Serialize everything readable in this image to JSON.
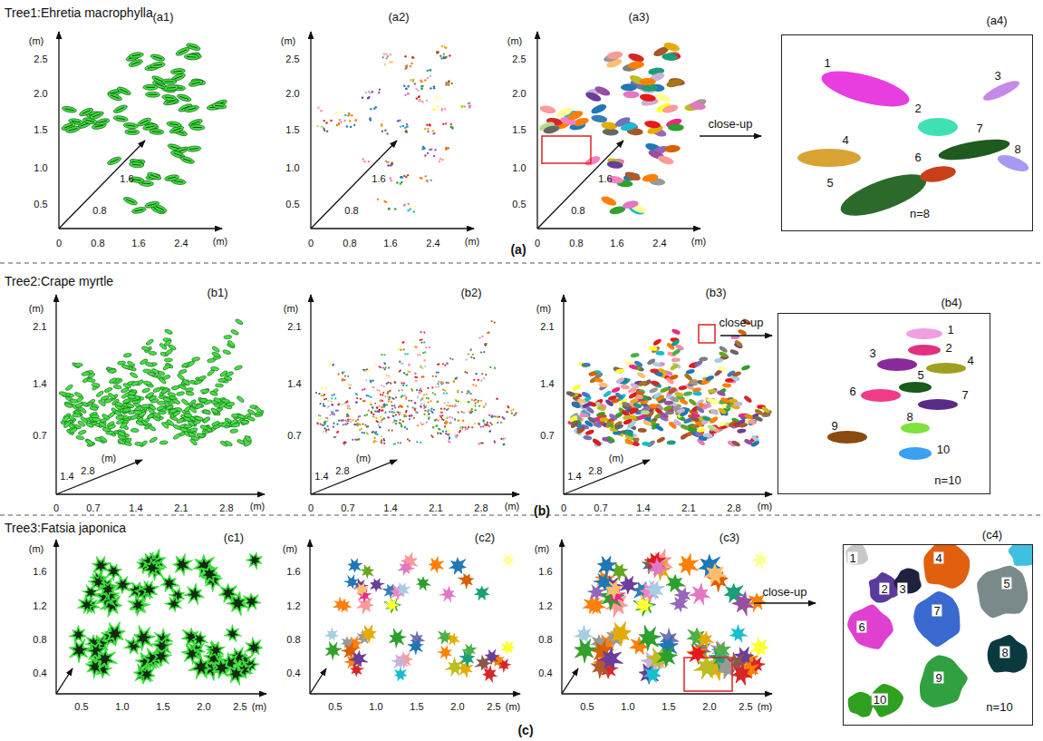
{
  "diagram": {
    "nodes": [
      {
        "text": [
          "1",
          "2",
          "3",
          "4",
          "5",
          "6",
          "7",
          "8",
          "n=8"
        ]
      },
      {
        "text": [
          "1",
          "2",
          "3",
          "4",
          "5",
          "6",
          "7",
          "8",
          "9",
          "10",
          "n=10"
        ]
      },
      {
        "text": [
          "1",
          "2",
          "3",
          "4",
          "5",
          "6",
          "7",
          "8",
          "9",
          "10",
          "n=10"
        ]
      }
    ],
    "labels": [
      "Tree1:Ehretia macrophylla",
      "(a1)",
      "(m)",
      "2.5",
      "2.0",
      "1.5",
      "1.0",
      "0.5",
      "0",
      "0.8",
      "1.6",
      "2.4",
      "(m)",
      "1.6",
      "0.8",
      "(a2)",
      "(m)",
      "2.5",
      "2.0",
      "1.5",
      "1.0",
      "0.5",
      "0",
      "0.8",
      "1.6",
      "2.4",
      "(m)",
      "1.6",
      "0.8",
      "(a3)",
      "(m)",
      "2.5",
      "2.0",
      "1.5",
      "1.0",
      "0.5",
      "0",
      "0.8",
      "1.6",
      "2.4",
      "(m)",
      "1.6",
      "0.8",
      "close-up",
      "(a4)",
      "(a)",
      "Tree2:Crape myrtle",
      "(b1)",
      "(m)",
      "2.1",
      "1.4",
      "0.7",
      "0",
      "0.7",
      "1.4",
      "2.1",
      "2.8",
      "(m)",
      "1.4",
      "2.8",
      "(m)",
      "(b2)",
      "(m)",
      "2.1",
      "1.4",
      "0.7",
      "0",
      "0.7",
      "1.4",
      "2.1",
      "2.8",
      "(m)",
      "1.4",
      "2.8",
      "(m)",
      "(b3)",
      "(m)",
      "2.1",
      "1.4",
      "0.7",
      "0",
      "0.7",
      "1.4",
      "2.1",
      "2.8",
      "(m)",
      "1.4",
      "2.8",
      "(m)",
      "close-up",
      "(b4)",
      "(b)",
      "Tree3:Fatsia japonica",
      "(c1)",
      "(m)",
      "1.6",
      "1.2",
      "0.8",
      "0.4",
      "0.5",
      "1.0",
      "1.5",
      "2.0",
      "2.5",
      "(m)",
      "(c2)",
      "(m)",
      "1.6",
      "1.2",
      "0.8",
      "0.4",
      "0.5",
      "1.0",
      "1.5",
      "2.0",
      "2.5",
      "(m)",
      "(c3)",
      "(m)",
      "1.6",
      "1.2",
      "0.8",
      "0.4",
      "0.5",
      "1.0",
      "1.5",
      "2.0",
      "2.5",
      "(m)",
      "close-up",
      "(c4)",
      "(c)"
    ]
  }
}
